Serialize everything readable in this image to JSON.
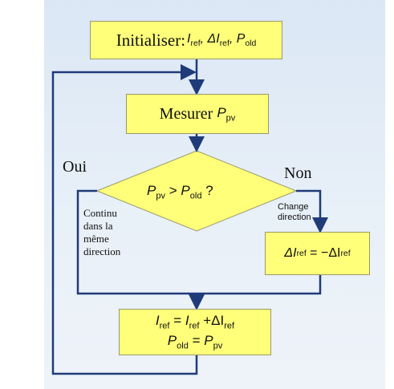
{
  "boxes": {
    "init": {
      "label": "Initialiser:",
      "vars": [
        "I",
        "ref",
        ", ΔI",
        "ref",
        ", P",
        "old"
      ]
    },
    "measure": {
      "label": "Mesurer ",
      "var": "P",
      "sub": "pv"
    },
    "decision": {
      "lhs": "P",
      "lhs_sub": "pv",
      "op": " > ",
      "rhs": "P",
      "rhs_sub": "old",
      "q": " ?"
    },
    "delta": {
      "lhs": "ΔI",
      "lhs_sub": "ref",
      "eq": " = −ΔI",
      "rhs_sub": "ref"
    },
    "update": {
      "line1_a": "I",
      "line1_a_sub": "ref",
      "line1_eq": " = ",
      "line1_b": "I",
      "line1_b_sub": "ref",
      "line1_plus": " +ΔI",
      "line1_c_sub": "ref",
      "line2_a": "P",
      "line2_a_sub": "old",
      "line2_eq": " = ",
      "line2_b": "P",
      "line2_b_sub": "pv"
    }
  },
  "labels": {
    "oui": "Oui",
    "non": "Non",
    "continue_lines": [
      "Continu",
      "dans la",
      "même",
      "direction"
    ],
    "change_lines": [
      "Change",
      "direction"
    ]
  },
  "colors": {
    "box_fill": "#ffff7a",
    "arrow": "#1f3b7a",
    "panel": "#dbe7f5"
  }
}
